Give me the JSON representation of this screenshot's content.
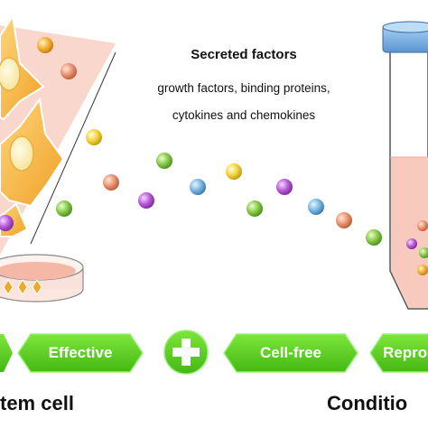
{
  "secreted_factors": {
    "title": "Secreted factors",
    "line1": "growth factors, binding proteins,",
    "line2": "cytokines and chemokines"
  },
  "badges": {
    "left_partial": "",
    "effective": "Effective",
    "cell_free": "Cell-free",
    "right_partial": "Repro"
  },
  "footer": {
    "left": "tem cell",
    "right": "Conditio"
  },
  "colors": {
    "green": "#5ad21e",
    "cell_orange": "#f5b43c",
    "tube_cap": "#7fb4e6",
    "medium_pink": "#f8c9bd"
  }
}
